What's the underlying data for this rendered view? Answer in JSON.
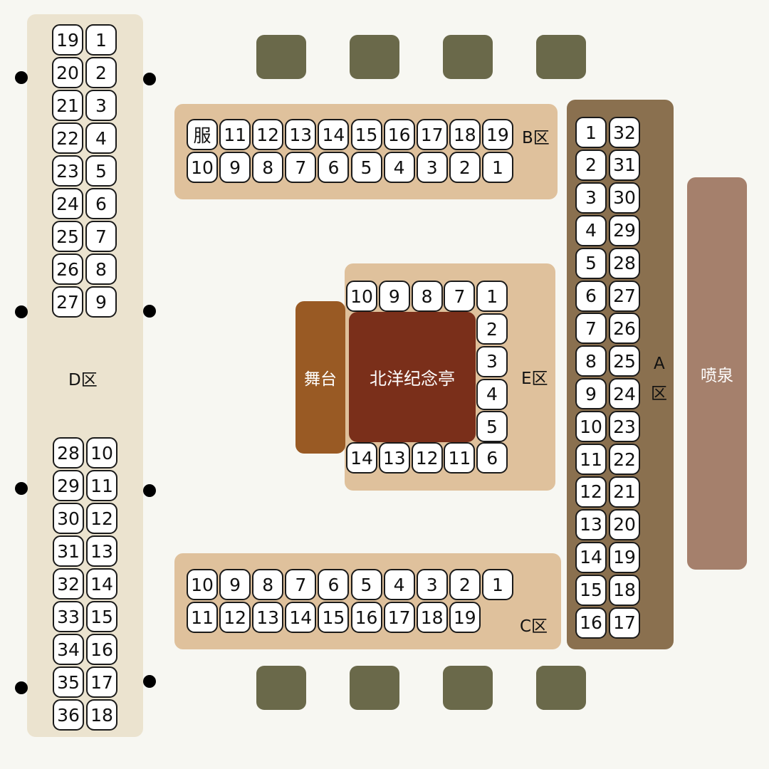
{
  "colors": {
    "background": "#f7f7f2",
    "zone_tan": "#dfc19c",
    "zone_d": "#ebe3cf",
    "zone_a": "#8a704f",
    "stage": "#995a24",
    "pavilion": "#7a2f1a",
    "fountain": "#a5806c",
    "bush": "#6a694a",
    "seat_fill": "#ffffff",
    "seat_border": "#1a1a1a"
  },
  "labels": {
    "zone_a_line1": "A",
    "zone_a_line2": "区",
    "zone_b": "B区",
    "zone_c": "C区",
    "zone_d": "D区",
    "zone_e": "E区",
    "stage": "舞台",
    "pavilion": "北洋纪念亭",
    "fountain": "喷泉"
  },
  "zones": {
    "D": {
      "upper_rows": [
        [
          "19",
          "1"
        ],
        [
          "20",
          "2"
        ],
        [
          "21",
          "3"
        ],
        [
          "22",
          "4"
        ],
        [
          "23",
          "5"
        ],
        [
          "24",
          "6"
        ],
        [
          "25",
          "7"
        ],
        [
          "26",
          "8"
        ],
        [
          "27",
          "9"
        ]
      ],
      "lower_rows": [
        [
          "28",
          "10"
        ],
        [
          "29",
          "11"
        ],
        [
          "30",
          "12"
        ],
        [
          "31",
          "13"
        ],
        [
          "32",
          "14"
        ],
        [
          "33",
          "15"
        ],
        [
          "34",
          "16"
        ],
        [
          "35",
          "17"
        ],
        [
          "36",
          "18"
        ]
      ]
    },
    "B": {
      "top_row": [
        "服",
        "11",
        "12",
        "13",
        "14",
        "15",
        "16",
        "17",
        "18",
        "19"
      ],
      "bottom_row": [
        "10",
        "9",
        "8",
        "7",
        "6",
        "5",
        "4",
        "3",
        "2",
        "1"
      ]
    },
    "C": {
      "top_row": [
        "10",
        "9",
        "8",
        "7",
        "6",
        "5",
        "4",
        "3",
        "2",
        "1"
      ],
      "bottom_row": [
        "11",
        "12",
        "13",
        "14",
        "15",
        "16",
        "17",
        "18",
        "19"
      ]
    },
    "E": {
      "top_row": [
        "10",
        "9",
        "8",
        "7",
        "1"
      ],
      "right_column": [
        "2",
        "3",
        "4",
        "5"
      ],
      "bottom_row": [
        "14",
        "13",
        "12",
        "11",
        "6"
      ]
    },
    "A": {
      "rows": [
        [
          "1",
          "32"
        ],
        [
          "2",
          "31"
        ],
        [
          "3",
          "30"
        ],
        [
          "4",
          "29"
        ],
        [
          "5",
          "28"
        ],
        [
          "6",
          "27"
        ],
        [
          "7",
          "26"
        ],
        [
          "8",
          "25"
        ],
        [
          "9",
          "24"
        ],
        [
          "10",
          "23"
        ],
        [
          "11",
          "22"
        ],
        [
          "12",
          "21"
        ],
        [
          "13",
          "20"
        ],
        [
          "14",
          "19"
        ],
        [
          "15",
          "18"
        ],
        [
          "16",
          "17"
        ]
      ]
    }
  }
}
